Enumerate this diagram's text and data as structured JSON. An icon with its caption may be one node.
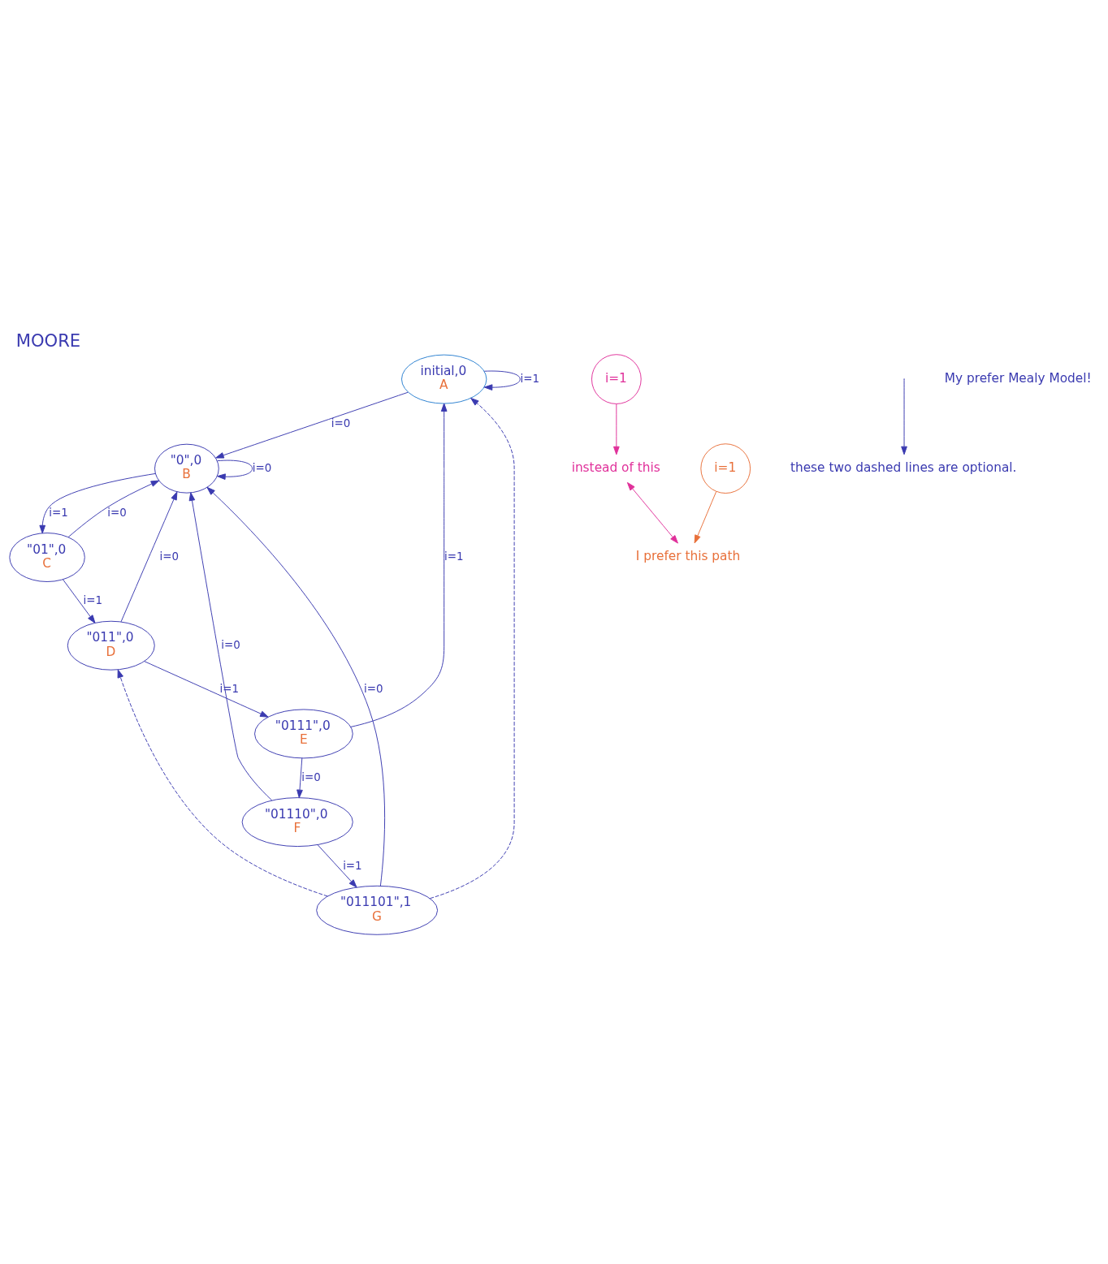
{
  "diagram": {
    "title": "MOORE",
    "nodes": [
      {
        "text": [
          "initial,0",
          "A"
        ]
      },
      {
        "text": [
          "\"0\",0",
          "B"
        ]
      },
      {
        "text": [
          "\"01\",0",
          "C"
        ]
      },
      {
        "text": [
          "\"011\",0",
          "D"
        ]
      },
      {
        "text": [
          "\"0111\",0",
          "E"
        ]
      },
      {
        "text": [
          "\"01110\",0",
          "F"
        ]
      },
      {
        "text": [
          "\"011101\",1",
          "G"
        ]
      },
      {
        "text": [
          "i=1"
        ]
      },
      {
        "text": [
          "i=1"
        ]
      },
      {
        "text": [
          "instead of this"
        ]
      },
      {
        "text": [
          "I prefer this path"
        ]
      },
      {
        "text": [
          "these two dashed lines are optional."
        ]
      }
    ],
    "edges": [
      {
        "from": 0,
        "to": 0,
        "arrow": "to",
        "label": "i=1"
      },
      {
        "from": 0,
        "to": 1,
        "arrow": "to",
        "label": "i=0"
      },
      {
        "from": 1,
        "to": 1,
        "arrow": "to",
        "label": "i=0"
      },
      {
        "from": 1,
        "to": 2,
        "arrow": "to",
        "label": "i=1"
      },
      {
        "from": 2,
        "to": 1,
        "arrow": "to",
        "label": "i=0"
      },
      {
        "from": 2,
        "to": 3,
        "arrow": "to",
        "label": "i=1"
      },
      {
        "from": 3,
        "to": 1,
        "arrow": "to",
        "label": "i=0"
      },
      {
        "from": 3,
        "to": 4,
        "arrow": "to",
        "label": "i=1"
      },
      {
        "from": 4,
        "to": 0,
        "arrow": "to",
        "label": "i=1"
      },
      {
        "from": 4,
        "to": 5,
        "arrow": "to",
        "label": "i=0"
      },
      {
        "from": 5,
        "to": 1,
        "arrow": "to",
        "label": "i=0"
      },
      {
        "from": 5,
        "to": 6,
        "arrow": "to",
        "label": "i=1"
      },
      {
        "from": 6,
        "to": 1,
        "arrow": "to",
        "label": "i=0"
      },
      {
        "from": 6,
        "to": 3,
        "arrow": "to",
        "style": "dashed"
      },
      {
        "from": 6,
        "to": 0,
        "arrow": "to",
        "style": "dashed"
      },
      {
        "from": 7,
        "to": 9,
        "arrow": "to",
        "color": "#e0309a"
      },
      {
        "from": 8,
        "to": 10,
        "arrow": "to",
        "color": "#e8703a"
      },
      {
        "from": 9,
        "to": 10,
        "arrow": "both",
        "color": "#e0309a"
      },
      {
        "from": null,
        "to": 11,
        "arrow": "to"
      }
    ],
    "labels": [
      "My prefer Mealy Model!"
    ]
  }
}
